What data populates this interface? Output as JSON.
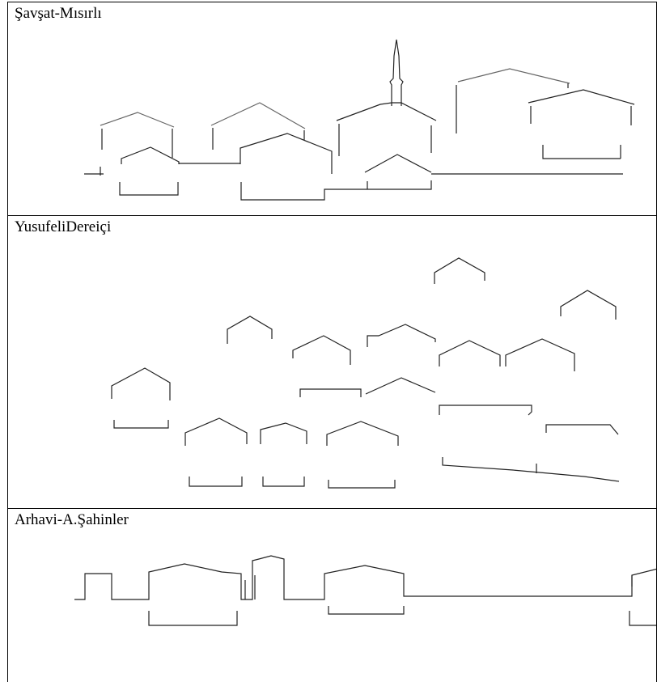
{
  "panels": [
    {
      "title": "Şavşat-Mısırlı"
    },
    {
      "title": "YusufeliDereiçi"
    },
    {
      "title": "Arhavi-A.Şahinler"
    }
  ]
}
